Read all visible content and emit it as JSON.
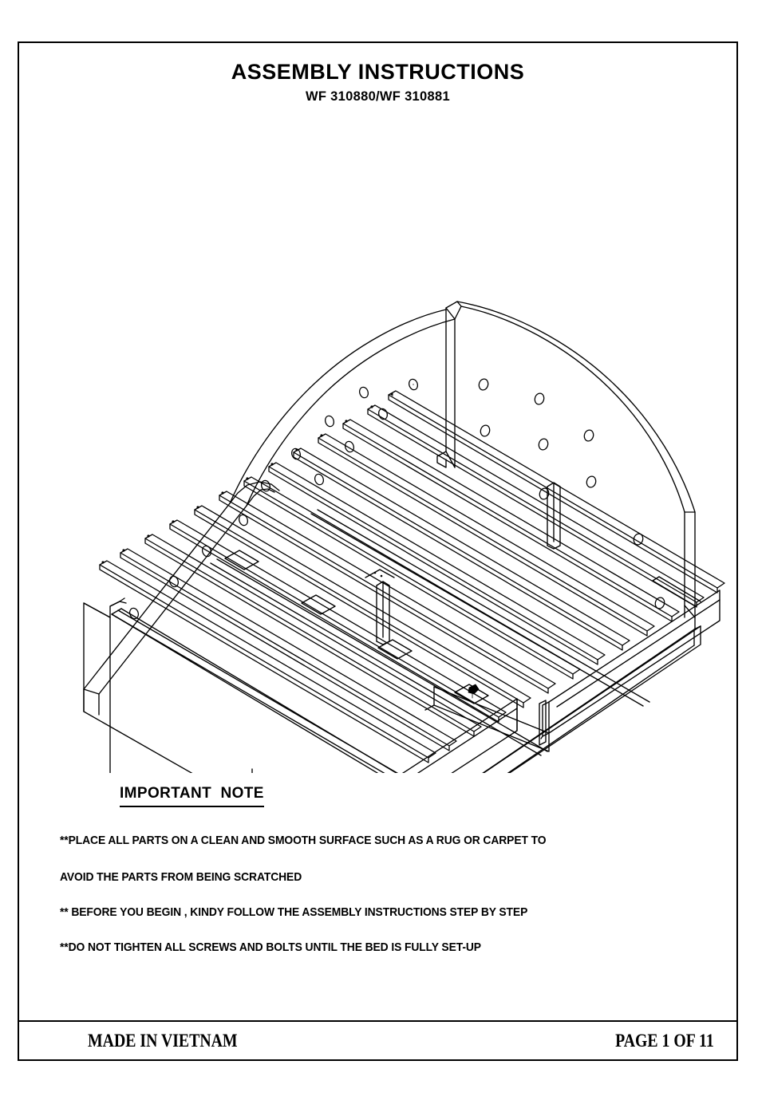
{
  "document": {
    "title": "ASSEMBLY INSTRUCTIONS",
    "model_numbers": "WF 310880/WF 310881"
  },
  "note": {
    "heading": "IMPORTANT  NOTE",
    "lines": [
      "**PLACE ALL PARTS ON A CLEAN AND SMOOTH SURFACE  SUCH AS A RUG OR CARPET TO",
      "AVOID THE PARTS FROM BEING SCRATCHED",
      "** BEFORE YOU BEGIN , KINDY FOLLOW THE ASSEMBLY INSTRUCTIONS STEP BY STEP",
      "**DO NOT TIGHTEN ALL SCREWS AND BOLTS UNTIL THE BED IS FULLY SET-UP"
    ]
  },
  "footer": {
    "origin": "MADE IN VIETNAM",
    "page_label": "PAGE 1 OF 11"
  },
  "illustration": {
    "name": "isometric-bed-assembly-diagram",
    "description": "Platform storage bed with arched tufted headboard, slat deck and two pull-out drawers",
    "line_color": "#000000",
    "fill_color": "#ffffff"
  }
}
